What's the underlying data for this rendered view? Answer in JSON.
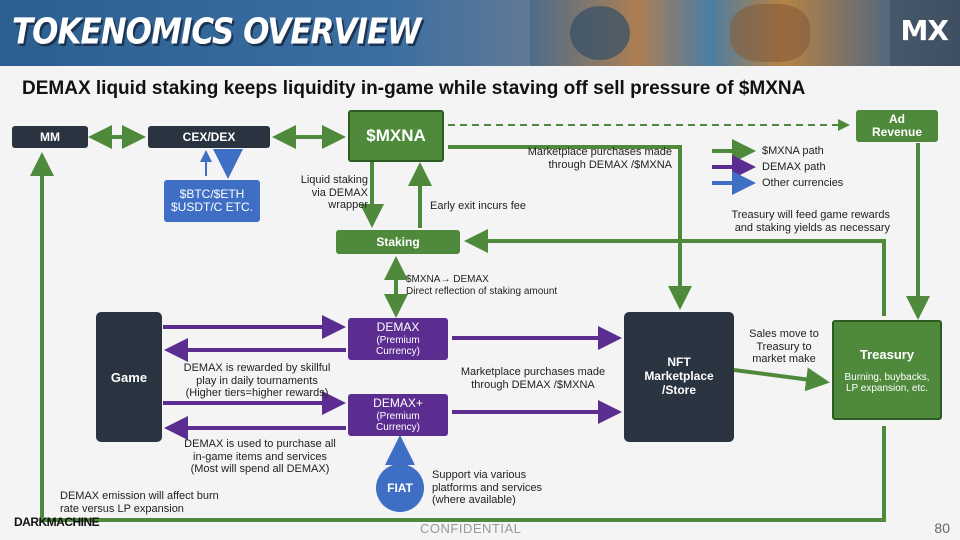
{
  "header": {
    "title": "TOKENOMICS OVERVIEW",
    "logo": "MX"
  },
  "subtitle": "DEMAX liquid staking keeps liquidity in-game while staving off sell pressure of $MXNA",
  "nodes": {
    "mm": "MM",
    "cex": "CEX/DEX",
    "mxna": "$MXNA",
    "ad_revenue_1": "Ad",
    "ad_revenue_2": "Revenue",
    "btc": "$BTC/$ETH $USDT/C ETC.",
    "staking": "Staking",
    "game": "Game",
    "demax_title": "DEMAX",
    "demax_sub_1": "(Premium",
    "demax_sub_2": "Currency)",
    "demaxplus_title": "DEMAX+",
    "demaxplus_sub_1": "(Premium",
    "demaxplus_sub_2": "Currency)",
    "nft_1": "NFT",
    "nft_2": "Marketplace",
    "nft_3": "/Store",
    "treasury_title": "Treasury",
    "treasury_sub_1": "Burning, buybacks,",
    "treasury_sub_2": "LP expansion, etc.",
    "fiat": "FIAT"
  },
  "labels": {
    "liquid_1": "Liquid staking",
    "liquid_2": "via DEMAX",
    "liquid_3": "wrapper",
    "early_exit": "Early exit incurs fee",
    "mp_purchase_top_1": "Marketplace purchases made",
    "mp_purchase_top_2": "through DEMAX /$MXNA",
    "treasury_feed_1": "Treasury will feed game rewards",
    "treasury_feed_2": "and staking yields as necessary",
    "conversion_1": "$MXNA→ DEMAX",
    "conversion_2": "Direct reflection of staking amount",
    "rewarded_1": "DEMAX is rewarded by skillful",
    "rewarded_2": "play in daily tournaments",
    "rewarded_3": "(Higher tiers=higher rewards)",
    "mp_purchase_mid_1": "Marketplace purchases made",
    "mp_purchase_mid_2": "through DEMAX /$MXNA",
    "sales_1": "Sales move to",
    "sales_2": "Treasury to",
    "sales_3": "market make",
    "used_1": "DEMAX is used to purchase all",
    "used_2": "in-game items and services",
    "used_3": "(Most will spend all DEMAX)",
    "support_1": "Support via various",
    "support_2": "platforms and services",
    "support_3": "(where available)",
    "emission_1": "DEMAX emission will affect burn",
    "emission_2": "rate versus LP expansion"
  },
  "legend": [
    {
      "label": "$MXNA path",
      "color": "#4f8a3c"
    },
    {
      "label": "DEMAX path",
      "color": "#5c2d91"
    },
    {
      "label": "Other currencies",
      "color": "#3f6fc4"
    }
  ],
  "footer": {
    "brand": "DARKMACHINE",
    "confidential": "CONFIDENTIAL",
    "page": "80"
  }
}
